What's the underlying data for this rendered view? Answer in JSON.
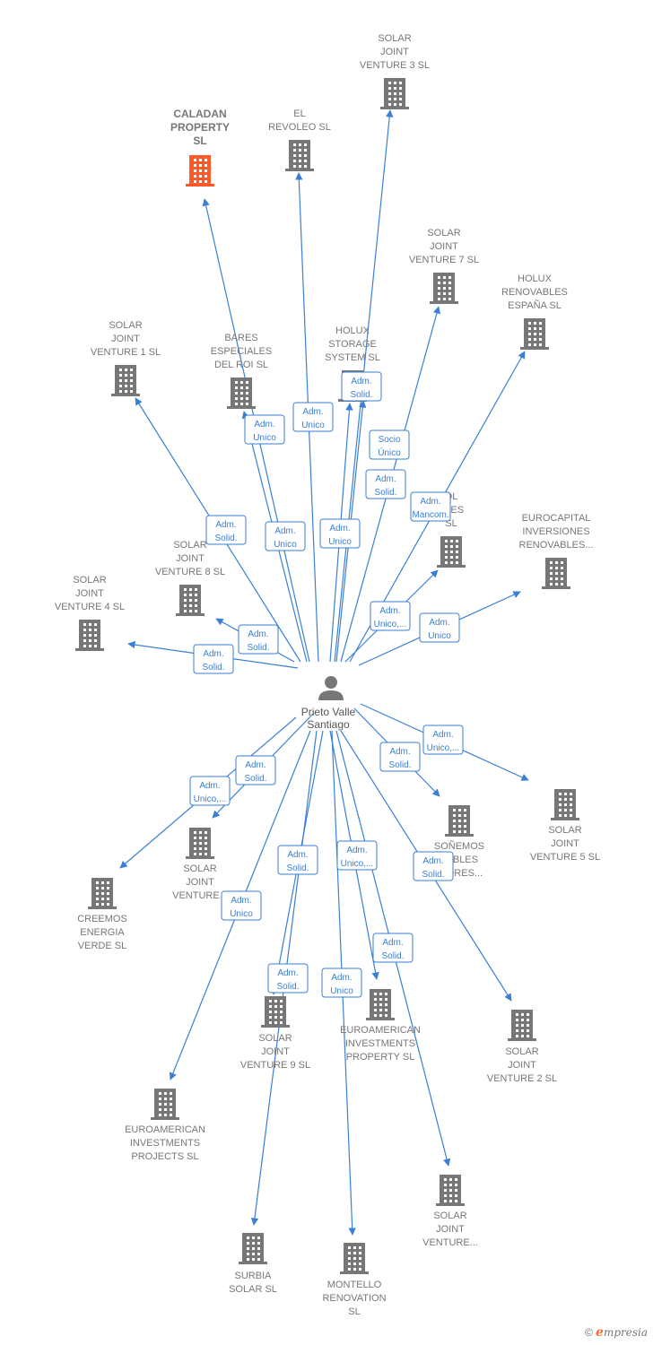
{
  "diagram": {
    "center": {
      "name_lines": [
        "Prieto Valle",
        "Santiago"
      ]
    },
    "colors": {
      "edge": "#3a7fd5",
      "building": "#777777",
      "highlight": "#ff5a28",
      "role_text": "#3a7fd5"
    },
    "companies": [
      {
        "id": "caladan",
        "lines": [
          "CALADAN",
          "PROPERTY",
          "SL"
        ],
        "highlight": true
      },
      {
        "id": "el-revoleo",
        "lines": [
          "EL",
          "REVOLEO  SL"
        ]
      },
      {
        "id": "sjv3",
        "lines": [
          "SOLAR",
          "JOINT",
          "VENTURE 3  SL"
        ]
      },
      {
        "id": "sjv7",
        "lines": [
          "SOLAR",
          "JOINT",
          "VENTURE 7  SL"
        ]
      },
      {
        "id": "holux-esp",
        "lines": [
          "HOLUX",
          "RENOVABLES",
          "ESPAÑA  SL"
        ]
      },
      {
        "id": "sjv1",
        "lines": [
          "SOLAR",
          "JOINT",
          "VENTURE 1  SL"
        ]
      },
      {
        "id": "bares",
        "lines": [
          "BARES",
          "ESPECIALES",
          "DEL ROI  SL"
        ]
      },
      {
        "id": "holux-storage",
        "lines": [
          "HOLUX",
          "STORAGE",
          "SYSTEM  SL"
        ]
      },
      {
        "id": "hidden-bles",
        "lines": [
          "OL",
          "BLES",
          "SL"
        ]
      },
      {
        "id": "eurocapital",
        "lines": [
          "EUROCAPITAL",
          "INVERSIONES",
          "RENOVABLES..."
        ]
      },
      {
        "id": "sjv8",
        "lines": [
          "SOLAR",
          "JOINT",
          "VENTURE 8  SL"
        ]
      },
      {
        "id": "sjv4",
        "lines": [
          "SOLAR",
          "JOINT",
          "VENTURE 4  SL"
        ]
      },
      {
        "id": "sjv5",
        "lines": [
          "SOLAR",
          "JOINT",
          "VENTURE 5  SL"
        ]
      },
      {
        "id": "sonemos",
        "lines": [
          "SOÑEMOS",
          "VABLES",
          "LTORES..."
        ]
      },
      {
        "id": "sjv6",
        "lines": [
          "SOLAR",
          "JOINT",
          "VENTURE 6"
        ]
      },
      {
        "id": "creemos",
        "lines": [
          "CREEMOS",
          "ENERGIA",
          "VERDE  SL"
        ]
      },
      {
        "id": "sjv9",
        "lines": [
          "SOLAR",
          "JOINT",
          "VENTURE 9  SL"
        ]
      },
      {
        "id": "euroam-prop",
        "lines": [
          "EUROAMERICAN",
          "INVESTMENTS",
          "PROPERTY  SL"
        ]
      },
      {
        "id": "sjv2",
        "lines": [
          "SOLAR",
          "JOINT",
          "VENTURE 2  SL"
        ]
      },
      {
        "id": "euroam-proj",
        "lines": [
          "EUROAMERICAN",
          "INVESTMENTS",
          "PROJECTS  SL"
        ]
      },
      {
        "id": "sjv-unk",
        "lines": [
          "SOLAR",
          "JOINT",
          "VENTURE..."
        ]
      },
      {
        "id": "surbia",
        "lines": [
          "SURBIA",
          "SOLAR  SL"
        ]
      },
      {
        "id": "montello",
        "lines": [
          "MONTELLO",
          "RENOVATION",
          "SL"
        ]
      }
    ],
    "roles": [
      {
        "lines": [
          "Adm.",
          "Unico"
        ]
      },
      {
        "lines": [
          "Adm.",
          "Unico"
        ]
      },
      {
        "lines": [
          "Adm.",
          "Solid."
        ]
      },
      {
        "lines": [
          "Socio",
          "Único"
        ]
      },
      {
        "lines": [
          "Adm.",
          "Solid."
        ]
      },
      {
        "lines": [
          "Adm.",
          "Mancom."
        ]
      },
      {
        "lines": [
          "Adm.",
          "Solid."
        ]
      },
      {
        "lines": [
          "Adm.",
          "Unico"
        ]
      },
      {
        "lines": [
          "Adm.",
          "Unico"
        ]
      },
      {
        "lines": [
          "Adm.",
          "Unico,..."
        ]
      },
      {
        "lines": [
          "Adm.",
          "Unico"
        ]
      },
      {
        "lines": [
          "Adm.",
          "Solid."
        ]
      },
      {
        "lines": [
          "Adm.",
          "Solid."
        ]
      },
      {
        "lines": [
          "Adm.",
          "Solid."
        ]
      },
      {
        "lines": [
          "Adm.",
          "Unico,..."
        ]
      },
      {
        "lines": [
          "Adm.",
          "Solid."
        ]
      },
      {
        "lines": [
          "Adm.",
          "Unico,..."
        ]
      },
      {
        "lines": [
          "Adm.",
          "Solid."
        ]
      },
      {
        "lines": [
          "Adm.",
          "Unico,..."
        ]
      },
      {
        "lines": [
          "Adm.",
          "Solid."
        ]
      },
      {
        "lines": [
          "Adm.",
          "Unico"
        ]
      },
      {
        "lines": [
          "Adm.",
          "Solid."
        ]
      },
      {
        "lines": [
          "Adm.",
          "Solid."
        ]
      },
      {
        "lines": [
          "Adm.",
          "Unico"
        ]
      }
    ]
  },
  "footer": {
    "copyright": "©",
    "brand_initial": "e",
    "brand_rest": "mpresia"
  }
}
